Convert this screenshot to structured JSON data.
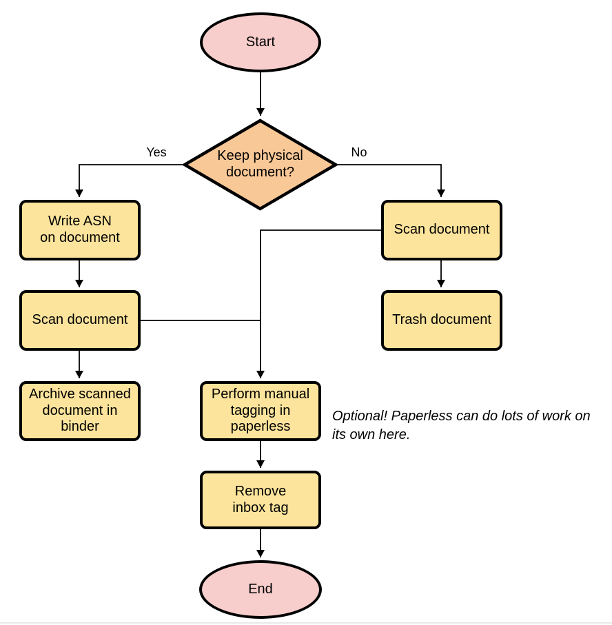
{
  "colors": {
    "terminal-fill": "#F7CECC",
    "decision-fill": "#F9C897",
    "process-fill": "#FCE49C",
    "stroke": "#000000"
  },
  "nodes": {
    "start": {
      "label": "Start"
    },
    "decision": {
      "label": "Keep physical\ndocument?"
    },
    "write_asn": {
      "label": "Write ASN\non document"
    },
    "scan_left": {
      "label": "Scan document"
    },
    "archive": {
      "label": "Archive scanned\ndocument in\nbinder"
    },
    "scan_right": {
      "label": "Scan document"
    },
    "trash": {
      "label": "Trash document"
    },
    "tagging": {
      "label": "Perform manual\ntagging in\npaperless"
    },
    "remove_inbox": {
      "label": "Remove\ninbox tag"
    },
    "end": {
      "label": "End"
    }
  },
  "edge_labels": {
    "yes": "Yes",
    "no": "No"
  },
  "note": {
    "text": "Optional! Paperless can do lots of work on\nits own here."
  }
}
